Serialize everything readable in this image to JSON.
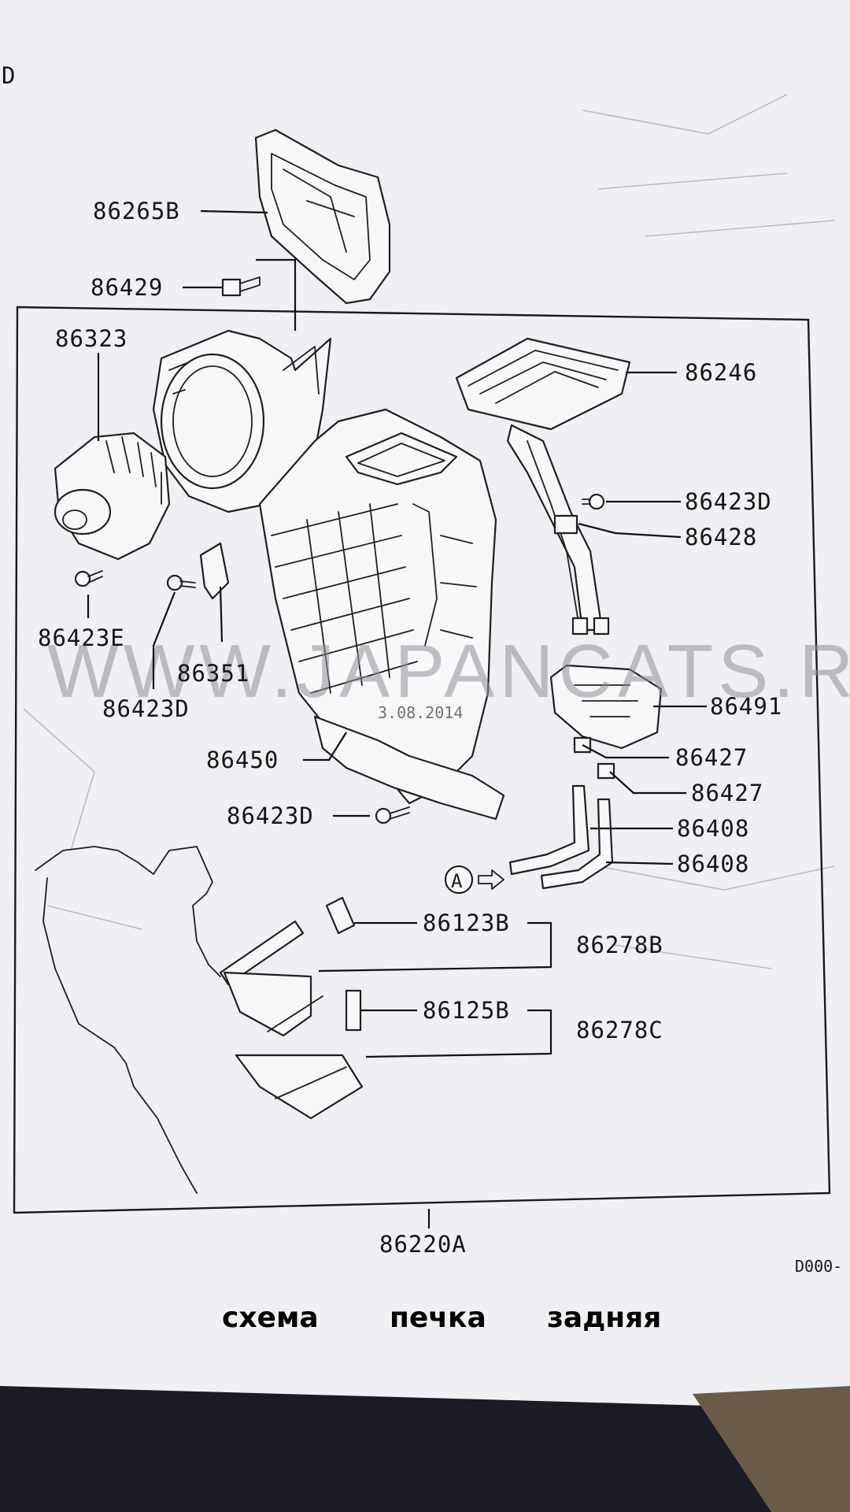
{
  "diagram": {
    "corner_mark": "D",
    "labels": {
      "p86265B": "86265B",
      "p86429": "86429",
      "p86323": "86323",
      "p86246": "86246",
      "p86423D_right": "86423D",
      "p86428": "86428",
      "p86423E": "86423E",
      "p86351": "86351",
      "p86423D_left": "86423D",
      "p86491": "86491",
      "p86427_a": "86427",
      "p86427_b": "86427",
      "p86450": "86450",
      "p86423D_bottom": "86423D",
      "p86408_a": "86408",
      "p86408_b": "86408",
      "view_a": "A",
      "p86123B": "86123B",
      "p86278B": "86278B",
      "p86125B": "86125B",
      "p86278C": "86278C",
      "p86220A": "86220A",
      "drawing_code": "D000-"
    },
    "watermark": "WWW.JAPANCATS.RU",
    "stamp": "3.08.2014",
    "caption": {
      "word1": "схема",
      "word2": "печка",
      "word3": "задняя"
    }
  }
}
